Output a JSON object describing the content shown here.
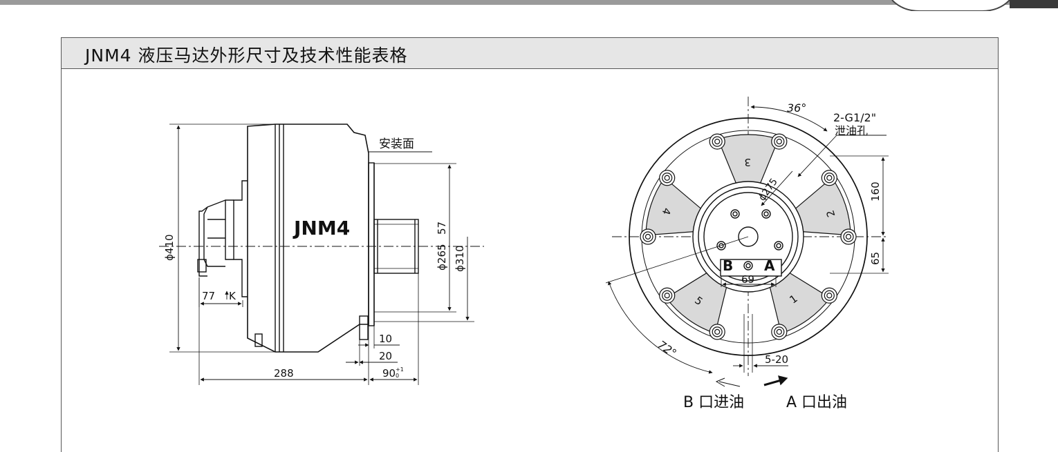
{
  "header": {
    "title": "JNM4 液压马达外形尺寸及技术性能表格"
  },
  "side_view": {
    "model_label": "JNM4",
    "mount_face_label": "安装面",
    "dims": {
      "d410": "ϕ410",
      "d265": "ϕ265",
      "d57": "57",
      "d310": "ϕ310",
      "k77": "77",
      "k_label": "K",
      "len288": "288",
      "len10": "10",
      "len20": "20",
      "len90": "90",
      "len90_tol_upper": "+1",
      "len90_tol_lower": "0"
    }
  },
  "front_view": {
    "angle36": "36°",
    "angle72": "72°",
    "drain_spec": "2-G1/2\"",
    "drain_label": "泄油孔",
    "d275": "ϕ275",
    "dim160": "160",
    "dim65": "65",
    "dim69": "69",
    "dim5_20": "5-20",
    "port_b": "B",
    "port_a": "A",
    "num1": "1",
    "num2": "2",
    "num3": "3",
    "num4": "4",
    "num5": "5",
    "b_port_text": "B 口进油",
    "a_port_text": "A 口出油"
  },
  "colors": {
    "frame_border": "#555555",
    "title_bg": "#e6e6e6",
    "line": "#111111",
    "hatch": "#d9d9d9"
  }
}
